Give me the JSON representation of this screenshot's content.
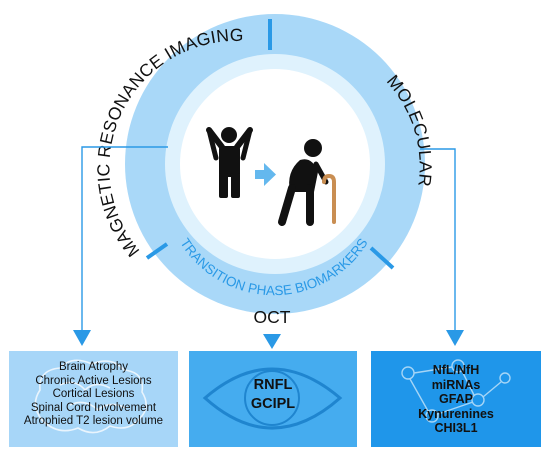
{
  "colors": {
    "outer_ring": "#a9d8f8",
    "inner_ring": "#dff2fd",
    "core": "#ffffff",
    "accent": "#2a99e6",
    "box_left": "#a7d6f8",
    "box_mid": "#45acef",
    "box_right": "#1f96ea",
    "icon": "#111111"
  },
  "ring": {
    "mri_label": "MAGNETIC RESONANCE IMAGING",
    "molecular_label": "MOLECULAR",
    "oct_label": "OCT",
    "transition_label": "TRANSITION PHASE BIOMARKERS"
  },
  "center": {
    "young_figure_icon": "person-arms-raised-icon",
    "arrow_icon": "arrow-right-icon",
    "elderly_figure_icon": "elderly-person-with-cane-icon"
  },
  "boxes": {
    "mri": {
      "items": [
        "Brain Atrophy",
        "Chronic Active Lesions",
        "Cortical Lesions",
        "Spinal Cord Involvement",
        "Atrophied T2 lesion volume"
      ],
      "icon": "brain-icon"
    },
    "oct": {
      "items": [
        "RNFL",
        "GCIPL"
      ],
      "icon": "eye-icon"
    },
    "molecular": {
      "items": [
        "NfL/NfH",
        "miRNAs",
        "GFAP",
        "Kynurenines",
        "CHI3L1"
      ],
      "icon": "molecule-icon"
    }
  }
}
